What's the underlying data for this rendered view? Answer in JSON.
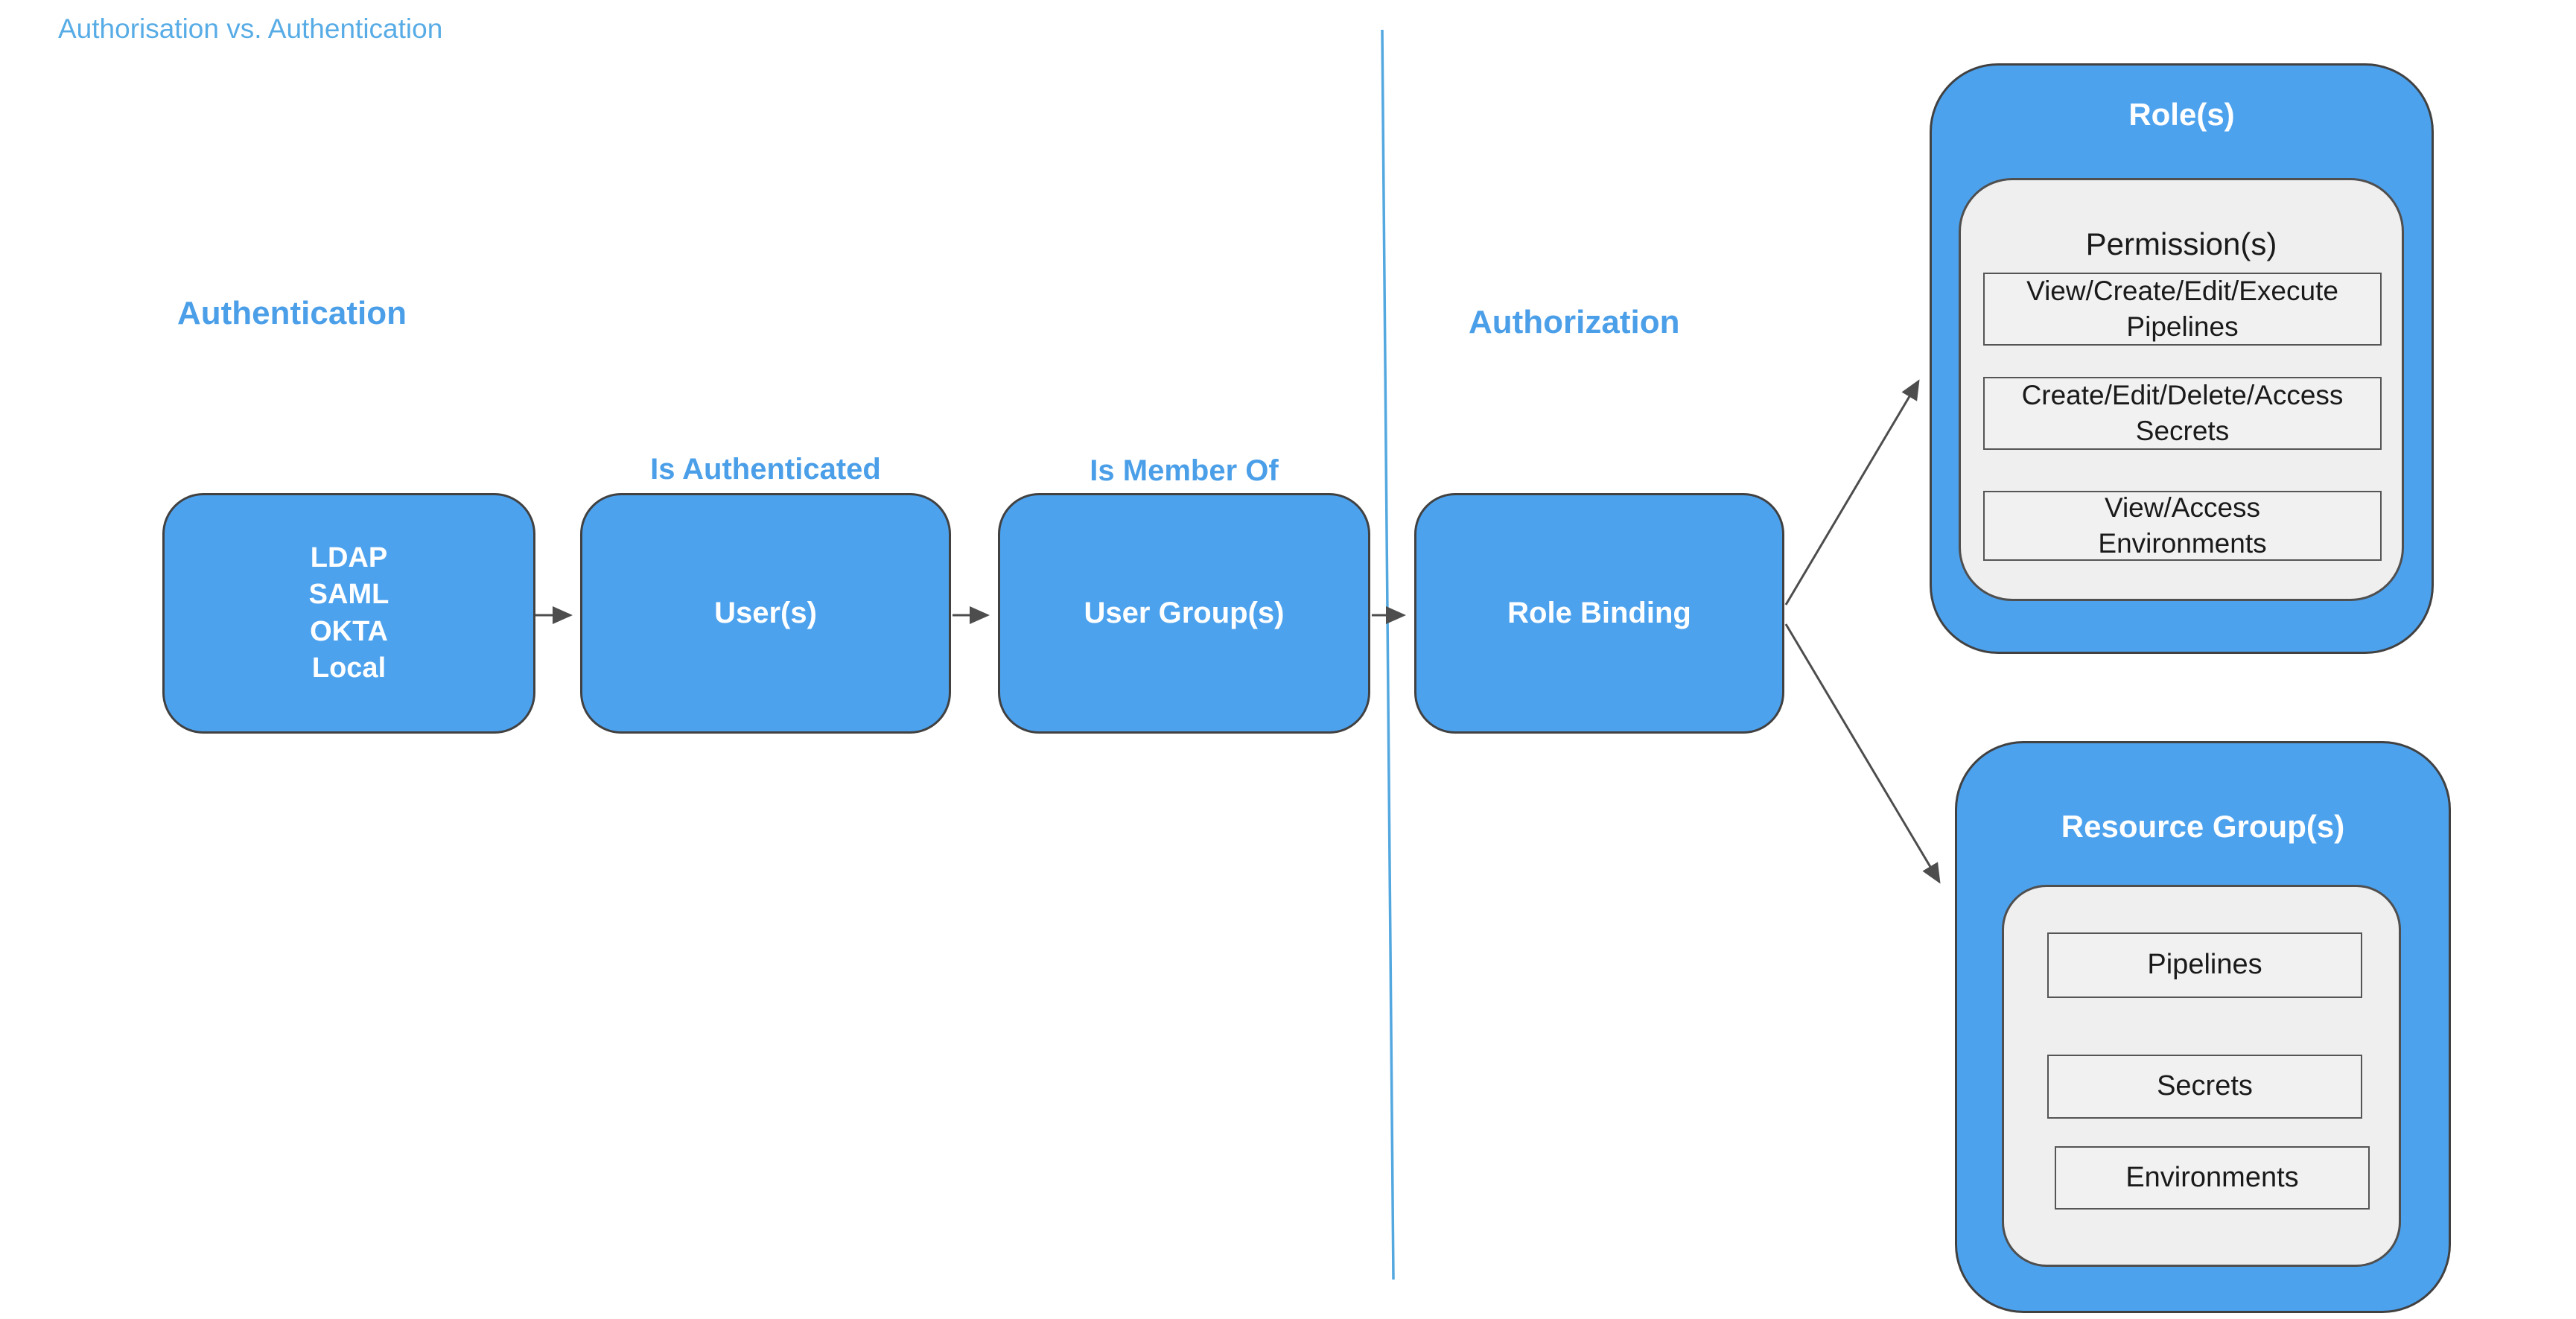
{
  "page": {
    "title": "Authorisation vs. Authentication"
  },
  "labels": {
    "authentication": "Authentication",
    "authorization": "Authorization",
    "is_authenticated": "Is Authenticated",
    "is_member_of": "Is Member Of"
  },
  "flow": {
    "identity_providers": "LDAP\nSAML\nOKTA\nLocal",
    "users": "User(s)",
    "user_groups": "User Group(s)",
    "role_binding": "Role Binding"
  },
  "roles": {
    "title": "Role(s)",
    "permissions_heading": "Permission(s)",
    "permissions": [
      "View/Create/Edit/Execute\nPipelines",
      "Create/Edit/Delete/Access\nSecrets",
      "View/Access\nEnvironments"
    ]
  },
  "resource_groups": {
    "title": "Resource Group(s)",
    "resources": [
      "Pipelines",
      "Secrets",
      "Environments"
    ]
  },
  "colors": {
    "shape_blue": "#4DA2EE",
    "label_blue": "#4B9FE8",
    "title_blue": "#58ACE6",
    "panel_gray": "#EFEFEF",
    "border_dark": "#414141",
    "arrow_gray": "#4D4D4D",
    "divider_blue": "#54A8E0"
  }
}
